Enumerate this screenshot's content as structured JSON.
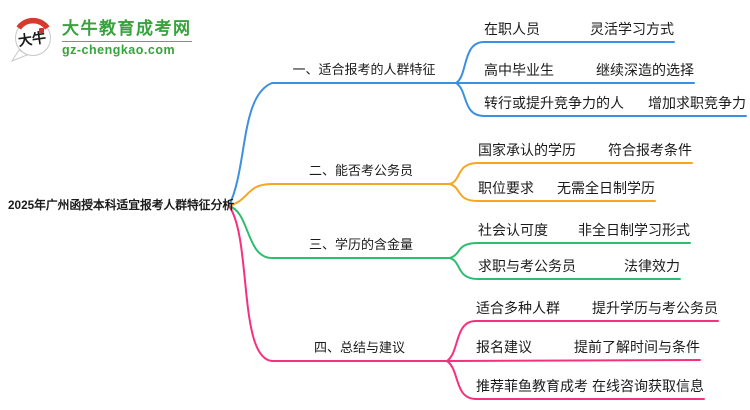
{
  "logo": {
    "icon_text": "大牛",
    "site_name": "大牛教育成考网",
    "site_url": "gz-chengkao.com"
  },
  "root": {
    "title": "2025年广州函授本科适宜报考人群特征分析"
  },
  "colors": {
    "branch_blue": "#3D8FE0",
    "branch_orange": "#F5A623",
    "branch_green": "#2EBD6E",
    "branch_pink": "#F5317F",
    "brand_green": "#38A23C",
    "logo_red": "#D63A2F",
    "text_dark": "#1B1B1B"
  },
  "branches": [
    {
      "label": "一、适合报考的人群特征",
      "children": [
        {
          "title": "在职人员",
          "detail": "灵活学习方式"
        },
        {
          "title": "高中毕业生",
          "detail": "继续深造的选择"
        },
        {
          "title": "转行或提升竞争力的人",
          "detail": "增加求职竞争力"
        }
      ]
    },
    {
      "label": "二、能否考公务员",
      "children": [
        {
          "title": "国家承认的学历",
          "detail": "符合报考条件"
        },
        {
          "title": "职位要求",
          "detail": "无需全日制学历"
        }
      ]
    },
    {
      "label": "三、学历的含金量",
      "children": [
        {
          "title": "社会认可度",
          "detail": "非全日制学习形式"
        },
        {
          "title": "求职与考公务员",
          "detail": "法律效力"
        }
      ]
    },
    {
      "label": "四、总结与建议",
      "children": [
        {
          "title": "适合多种人群",
          "detail": "提升学历与考公务员"
        },
        {
          "title": "报名建议",
          "detail": "提前了解时间与条件"
        },
        {
          "title": "推荐菲鱼教育成考",
          "detail": "在线咨询获取信息"
        }
      ]
    }
  ]
}
